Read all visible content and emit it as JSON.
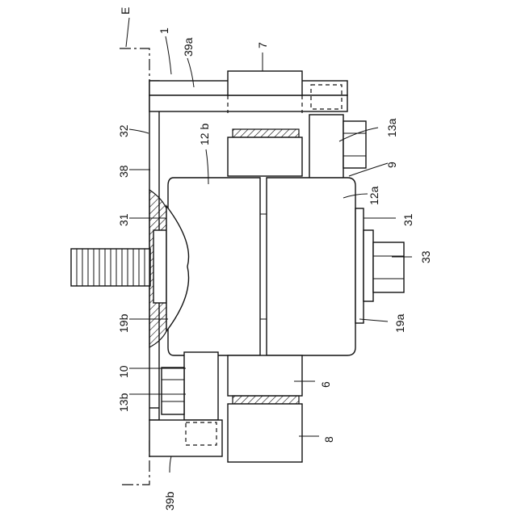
{
  "figure": {
    "labels": {
      "E": "E",
      "n1": "1",
      "n39a": "39a",
      "n7": "7",
      "n32": "32",
      "n12b": "12 b",
      "n13a": "13a",
      "n38": "38",
      "n9": "9",
      "n12a": "12a",
      "n31_left": "31",
      "n31_right": "31",
      "n33": "33",
      "n19b": "19b",
      "n19a": "19a",
      "n10": "10",
      "n6": "6",
      "n13b": "13b",
      "n8": "8",
      "n39b": "39b"
    },
    "colors": {
      "line": "#111111",
      "background": "#ffffff",
      "hatch": "#111111"
    }
  }
}
